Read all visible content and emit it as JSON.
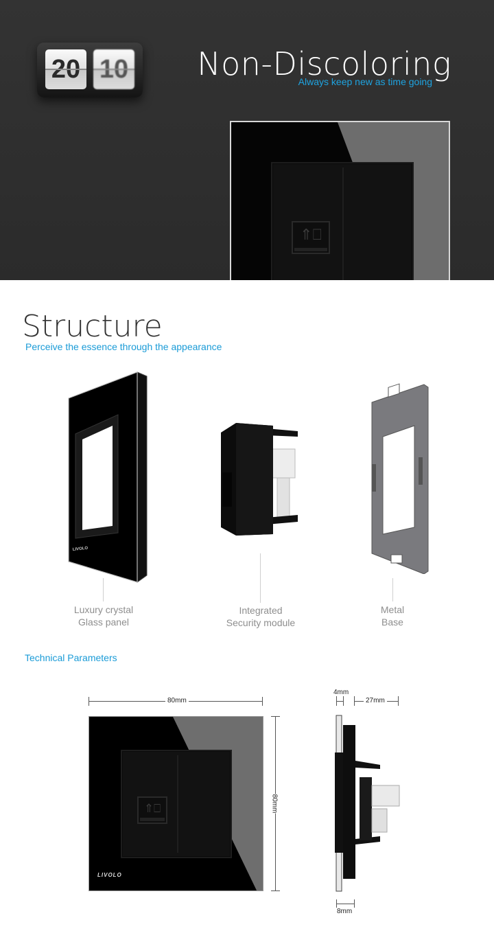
{
  "hero": {
    "clock_left": "20",
    "clock_right": "10",
    "title": "Non-Discoloring",
    "subtitle": "Always keep new as time going"
  },
  "structure": {
    "title": "Structure",
    "subtitle": "Perceive the essence  through the appearance",
    "components": [
      {
        "line1": "Luxury crystal",
        "line2": "Glass panel"
      },
      {
        "line1": "Integrated",
        "line2": "Security module"
      },
      {
        "line1": "Metal",
        "line2": "Base"
      }
    ],
    "panel_logo": "LIVOLO"
  },
  "technical": {
    "title": "Technical Parameters",
    "width": "80mm",
    "height": "80mm",
    "glass_thickness": "4mm",
    "depth": "27mm",
    "base_thickness": "8mm",
    "logo": "LIVOLO"
  },
  "colors": {
    "accent": "#1a9bd7",
    "dark_bg": "#2e2e2e",
    "panel_black": "#000000",
    "panel_grey": "#6e6e6e"
  }
}
